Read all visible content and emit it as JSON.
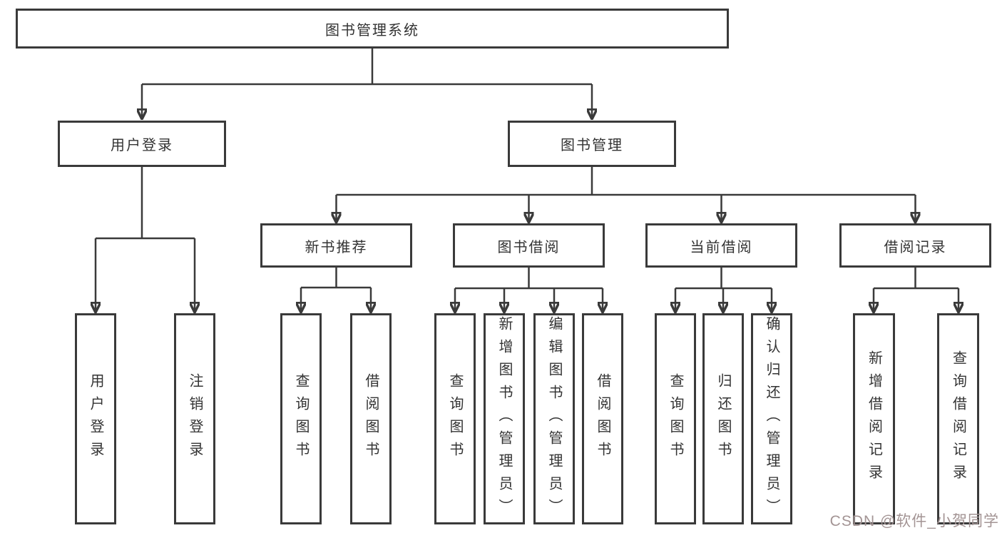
{
  "diagram": {
    "title": "图书管理系统",
    "level2": {
      "user_login": "用户登录",
      "book_mgmt": "图书管理"
    },
    "level3": {
      "new_book": "新书推荐",
      "borrowing": "图书借阅",
      "current": "当前借阅",
      "records": "借阅记录"
    },
    "leaves": {
      "user_login": "用户登录",
      "logout": "注销登录",
      "nb_query": "查询图书",
      "nb_borrow": "借阅图书",
      "bb_query": "查询图书",
      "bb_add": "新增图书（管理员）",
      "bb_edit": "编辑图书（管理员）",
      "bb_borrow": "借阅图书",
      "cb_query": "查询图书",
      "cb_return": "归还图书",
      "cb_confirm": "确认归还（管理员）",
      "br_add": "新增借阅记录",
      "br_query": "查询借阅记录"
    }
  },
  "watermark": {
    "text": "CSDN @软件_小贺同学",
    "color": "#a39494"
  },
  "colors": {
    "line": "#3a3a3a",
    "background": "#ffffff"
  }
}
